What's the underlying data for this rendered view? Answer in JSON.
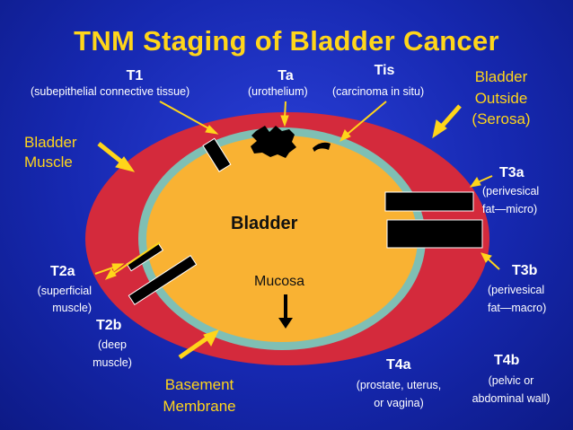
{
  "title": "TNM Staging of Bladder Cancer",
  "labels": {
    "t1": "T1",
    "t1_desc": "(subepithelial connective tissue)",
    "ta": "Ta",
    "ta_desc": "(urothelium)",
    "tis": "Tis",
    "tis_desc": "(carcinoma in situ)",
    "bladder_outside": [
      "Bladder",
      "Outside",
      "(Serosa)"
    ],
    "bladder_muscle": [
      "Bladder",
      "Muscle"
    ],
    "t3a": "T3a",
    "t3a_desc": [
      "(perivesical",
      "fat—micro)"
    ],
    "t2a": "T2a",
    "t2a_desc": [
      "(superficial",
      "muscle)"
    ],
    "t3b": "T3b",
    "t3b_desc": [
      "(perivesical",
      "fat—macro)"
    ],
    "t2b": "T2b",
    "t2b_desc": [
      "(deep",
      "muscle)"
    ],
    "bladder": "Bladder",
    "mucosa": "Mucosa",
    "basement_membrane": [
      "Basement",
      "Membrane"
    ],
    "t4a": "T4a",
    "t4a_desc": [
      "(prostate, uterus,",
      "or vagina)"
    ],
    "t4b": "T4b",
    "t4b_desc": [
      "(pelvic or",
      "abdominal wall)"
    ]
  },
  "colors": {
    "background": "#1a2cc0",
    "title": "#ffd51a",
    "muscle_ring": "#d42a3c",
    "basement_ring": "#7fbfb4",
    "bladder_lumen": "#f9b233",
    "tumor": "#000000",
    "arrow_yellow": "#ffd51a",
    "text_white": "#ffffff"
  }
}
